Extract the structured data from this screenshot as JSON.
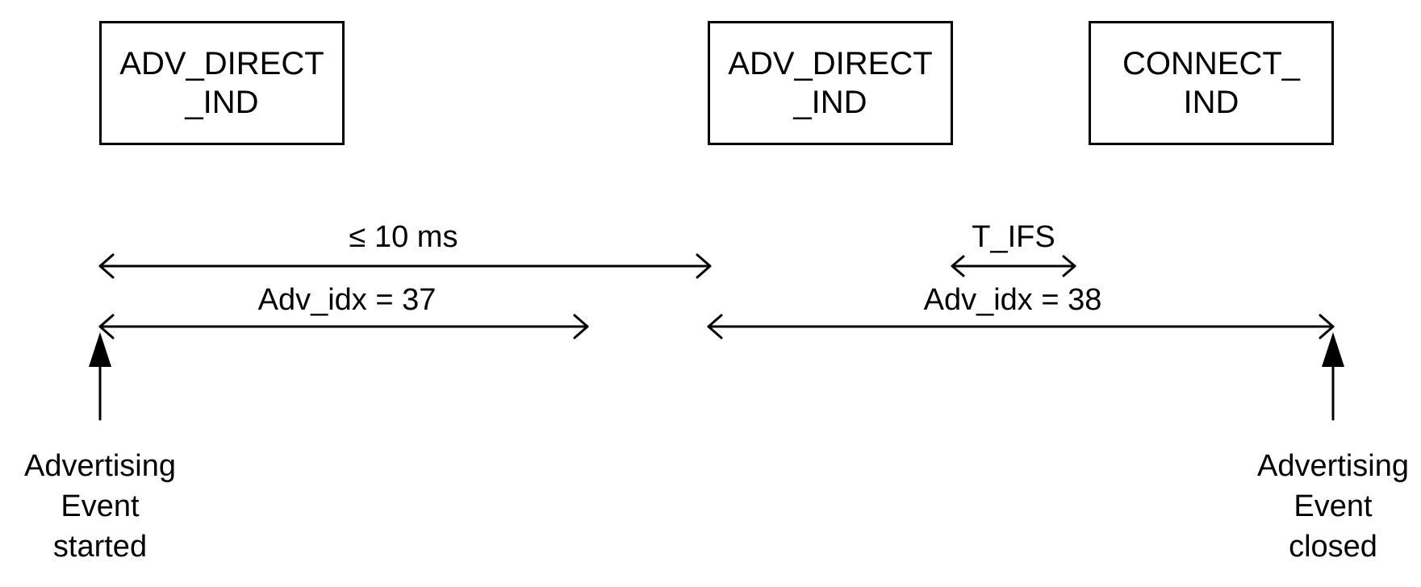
{
  "pdu_boxes": [
    {
      "id": "adv-direct-1",
      "label": "ADV_DIRECT\n_IND"
    },
    {
      "id": "adv-direct-2",
      "label": "ADV_DIRECT\n_IND"
    },
    {
      "id": "connect-ind",
      "label": "CONNECT_\nIND"
    }
  ],
  "timing": {
    "interval_label": "≤ 10 ms",
    "tifs_label": "T_IFS"
  },
  "channels": {
    "first_label": "Adv_idx = 37",
    "second_label": "Adv_idx = 38"
  },
  "event_markers": {
    "start_caption": "Advertising\nEvent\nstarted",
    "end_caption": "Advertising\nEvent\nclosed"
  }
}
